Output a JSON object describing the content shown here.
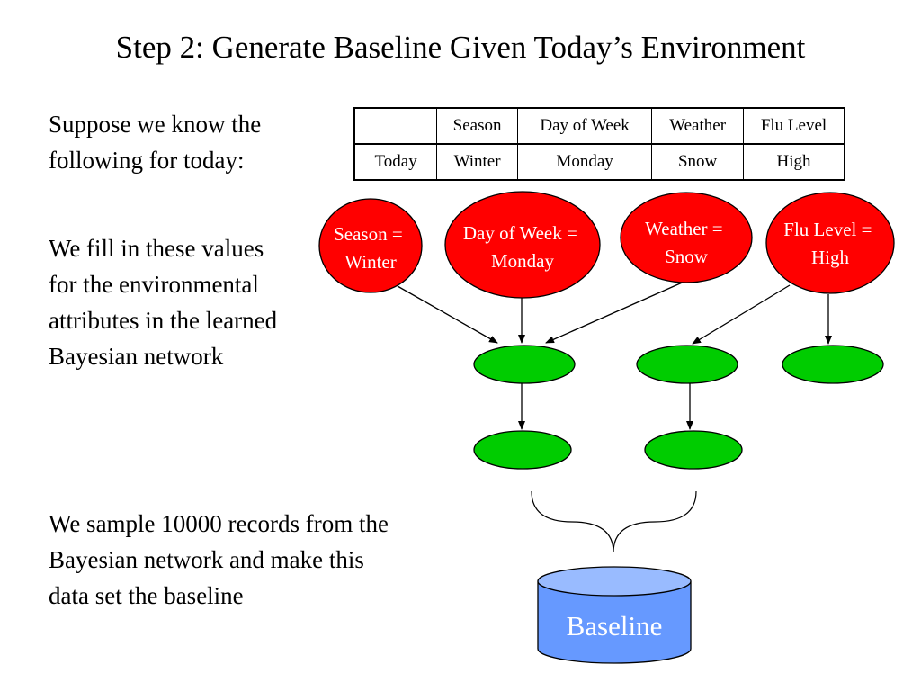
{
  "title": "Step 2: Generate Baseline Given Today’s Environment",
  "paragraphs": {
    "suppose": "Suppose we know the following for today:",
    "fill_in": "We fill in these values for the environmental attributes in the learned Bayesian network",
    "sample": "We sample 10000 records from the Bayesian network and make this data set the baseline"
  },
  "table": {
    "headers": [
      "",
      "Season",
      "Day of Week",
      "Weather",
      "Flu Level"
    ],
    "rows": [
      [
        "Today",
        "Winter",
        "Monday",
        "Snow",
        "High"
      ]
    ]
  },
  "nodes": {
    "season": [
      "Season =",
      "Winter"
    ],
    "day_of_week": [
      "Day of Week =",
      "Monday"
    ],
    "weather": [
      "Weather =",
      "Snow"
    ],
    "flu_level": [
      "Flu Level =",
      "High"
    ]
  },
  "baseline_label": "Baseline",
  "colors": {
    "environment_node": "#ff0000",
    "learned_node": "#00cc00",
    "baseline": "#6699ff",
    "baseline_top": "#99bbff"
  }
}
